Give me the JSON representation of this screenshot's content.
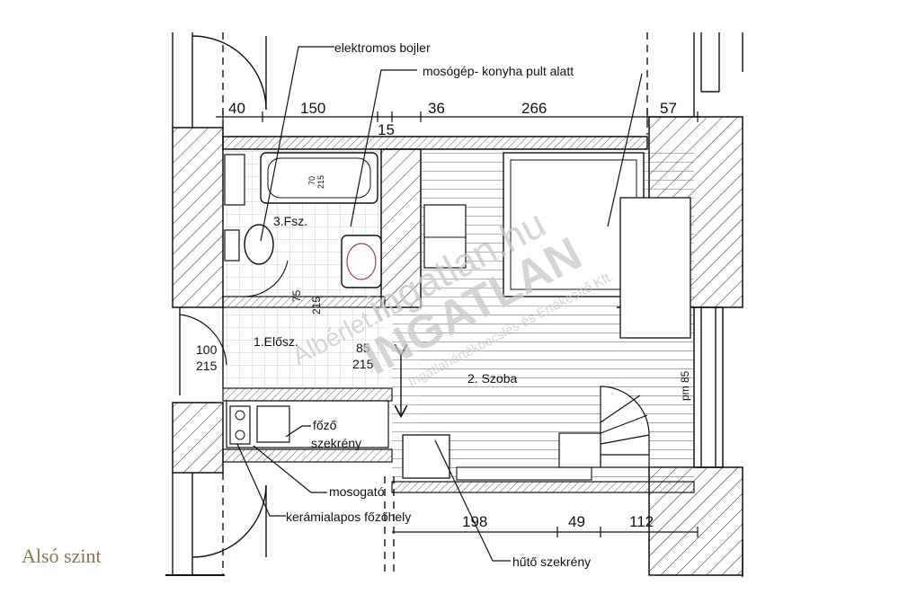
{
  "level_caption": "Alsó szint",
  "callouts": {
    "boiler": "elektromos bojler",
    "washing_machine": "mosógép- konyha pult alatt",
    "cooking_cabinet_line1": "főző",
    "cooking_cabinet_line2": "szekrény",
    "sink": "mosogató",
    "ceramic_hob": "kerámialapos főzőhely",
    "fridge_cabinet": "hűtő szekrény"
  },
  "dimensions_top": [
    "40",
    "150",
    "15",
    "36",
    "266",
    "57"
  ],
  "dimensions_bottom": [
    "198",
    "49",
    "112"
  ],
  "rooms": {
    "bathroom": "3.Fsz.",
    "hall": "1.Elősz.",
    "room": "2. Szoba"
  },
  "openings": {
    "entry_door_width": "100",
    "entry_door_height": "215",
    "inner_door_width": "85",
    "inner_door_height": "215",
    "bath_door_width": "75",
    "bath_door_height": "215",
    "window_right": "pm 85",
    "tub_width": "70",
    "tub_length": "215"
  },
  "watermark": {
    "domain": "ingatlan.hu",
    "brand": "INGATLAN",
    "company": "Albérlet.hu",
    "tagline": "Ingatlanértékbecslés és Értékesítő Kft."
  }
}
